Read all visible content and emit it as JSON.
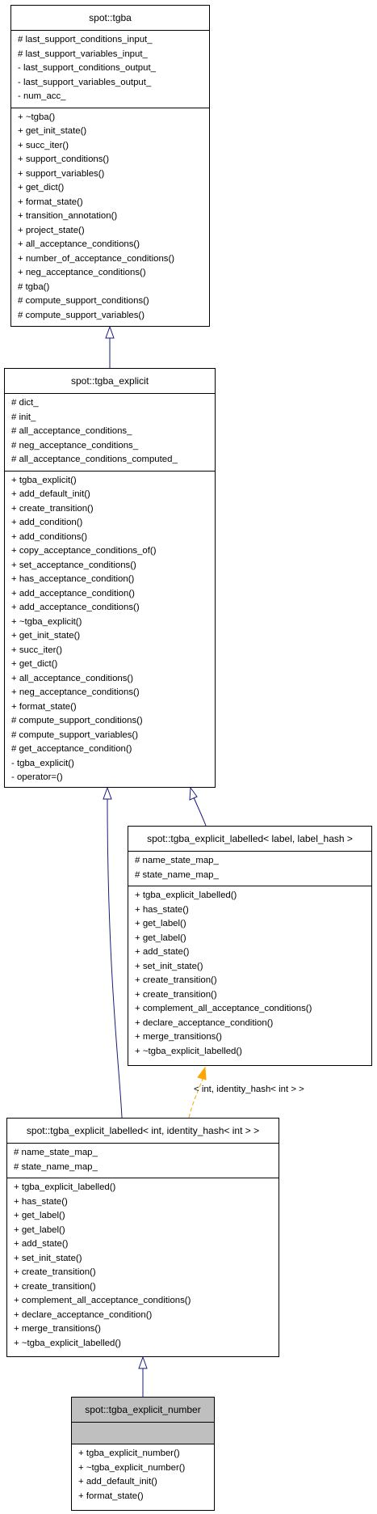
{
  "classes": {
    "tgba": {
      "title": "spot::tgba",
      "attributes": [
        "# last_support_conditions_input_",
        "# last_support_variables_input_",
        "- last_support_conditions_output_",
        "- last_support_variables_output_",
        "- num_acc_"
      ],
      "methods": [
        "+ ~tgba()",
        "+ get_init_state()",
        "+ succ_iter()",
        "+ support_conditions()",
        "+ support_variables()",
        "+ get_dict()",
        "+ format_state()",
        "+ transition_annotation()",
        "+ project_state()",
        "+ all_acceptance_conditions()",
        "+ number_of_acceptance_conditions()",
        "+ neg_acceptance_conditions()",
        "# tgba()",
        "# compute_support_conditions()",
        "# compute_support_variables()"
      ]
    },
    "tgba_explicit": {
      "title": "spot::tgba_explicit",
      "attributes": [
        "# dict_",
        "# init_",
        "# all_acceptance_conditions_",
        "# neg_acceptance_conditions_",
        "# all_acceptance_conditions_computed_"
      ],
      "methods": [
        "+ tgba_explicit()",
        "+ add_default_init()",
        "+ create_transition()",
        "+ add_condition()",
        "+ add_conditions()",
        "+ copy_acceptance_conditions_of()",
        "+ set_acceptance_conditions()",
        "+ has_acceptance_condition()",
        "+ add_acceptance_condition()",
        "+ add_acceptance_conditions()",
        "+ ~tgba_explicit()",
        "+ get_init_state()",
        "+ succ_iter()",
        "+ get_dict()",
        "+ all_acceptance_conditions()",
        "+ neg_acceptance_conditions()",
        "+ format_state()",
        "# compute_support_conditions()",
        "# compute_support_variables()",
        "# get_acceptance_condition()",
        "- tgba_explicit()",
        "- operator=()"
      ]
    },
    "tgba_explicit_labelled_template": {
      "title": "spot::tgba_explicit_labelled< label, label_hash >",
      "attributes": [
        "# name_state_map_",
        "# state_name_map_"
      ],
      "methods": [
        "+ tgba_explicit_labelled()",
        "+ has_state()",
        "+ get_label()",
        "+ get_label()",
        "+ add_state()",
        "+ set_init_state()",
        "+ create_transition()",
        "+ create_transition()",
        "+ complement_all_acceptance_conditions()",
        "+ declare_acceptance_condition()",
        "+ merge_transitions()",
        "+ ~tgba_explicit_labelled()"
      ]
    },
    "tgba_explicit_labelled_int": {
      "title": "spot::tgba_explicit_labelled< int, identity_hash< int > >",
      "attributes": [
        "# name_state_map_",
        "# state_name_map_"
      ],
      "methods": [
        "+ tgba_explicit_labelled()",
        "+ has_state()",
        "+ get_label()",
        "+ get_label()",
        "+ add_state()",
        "+ set_init_state()",
        "+ create_transition()",
        "+ create_transition()",
        "+ complement_all_acceptance_conditions()",
        "+ declare_acceptance_condition()",
        "+ merge_transitions()",
        "+ ~tgba_explicit_labelled()"
      ]
    },
    "tgba_explicit_number": {
      "title": "spot::tgba_explicit_number",
      "attributes": [],
      "methods": [
        "+ tgba_explicit_number()",
        "+ ~tgba_explicit_number()",
        "+ add_default_init()",
        "+ format_state()"
      ]
    }
  },
  "edges": {
    "template_binding_label": "< int, identity_hash< int > >"
  },
  "colors": {
    "inheritance": "#1a1a7a",
    "template_binding": "#ffa500",
    "highlight_fill": "#bfbfbf"
  }
}
